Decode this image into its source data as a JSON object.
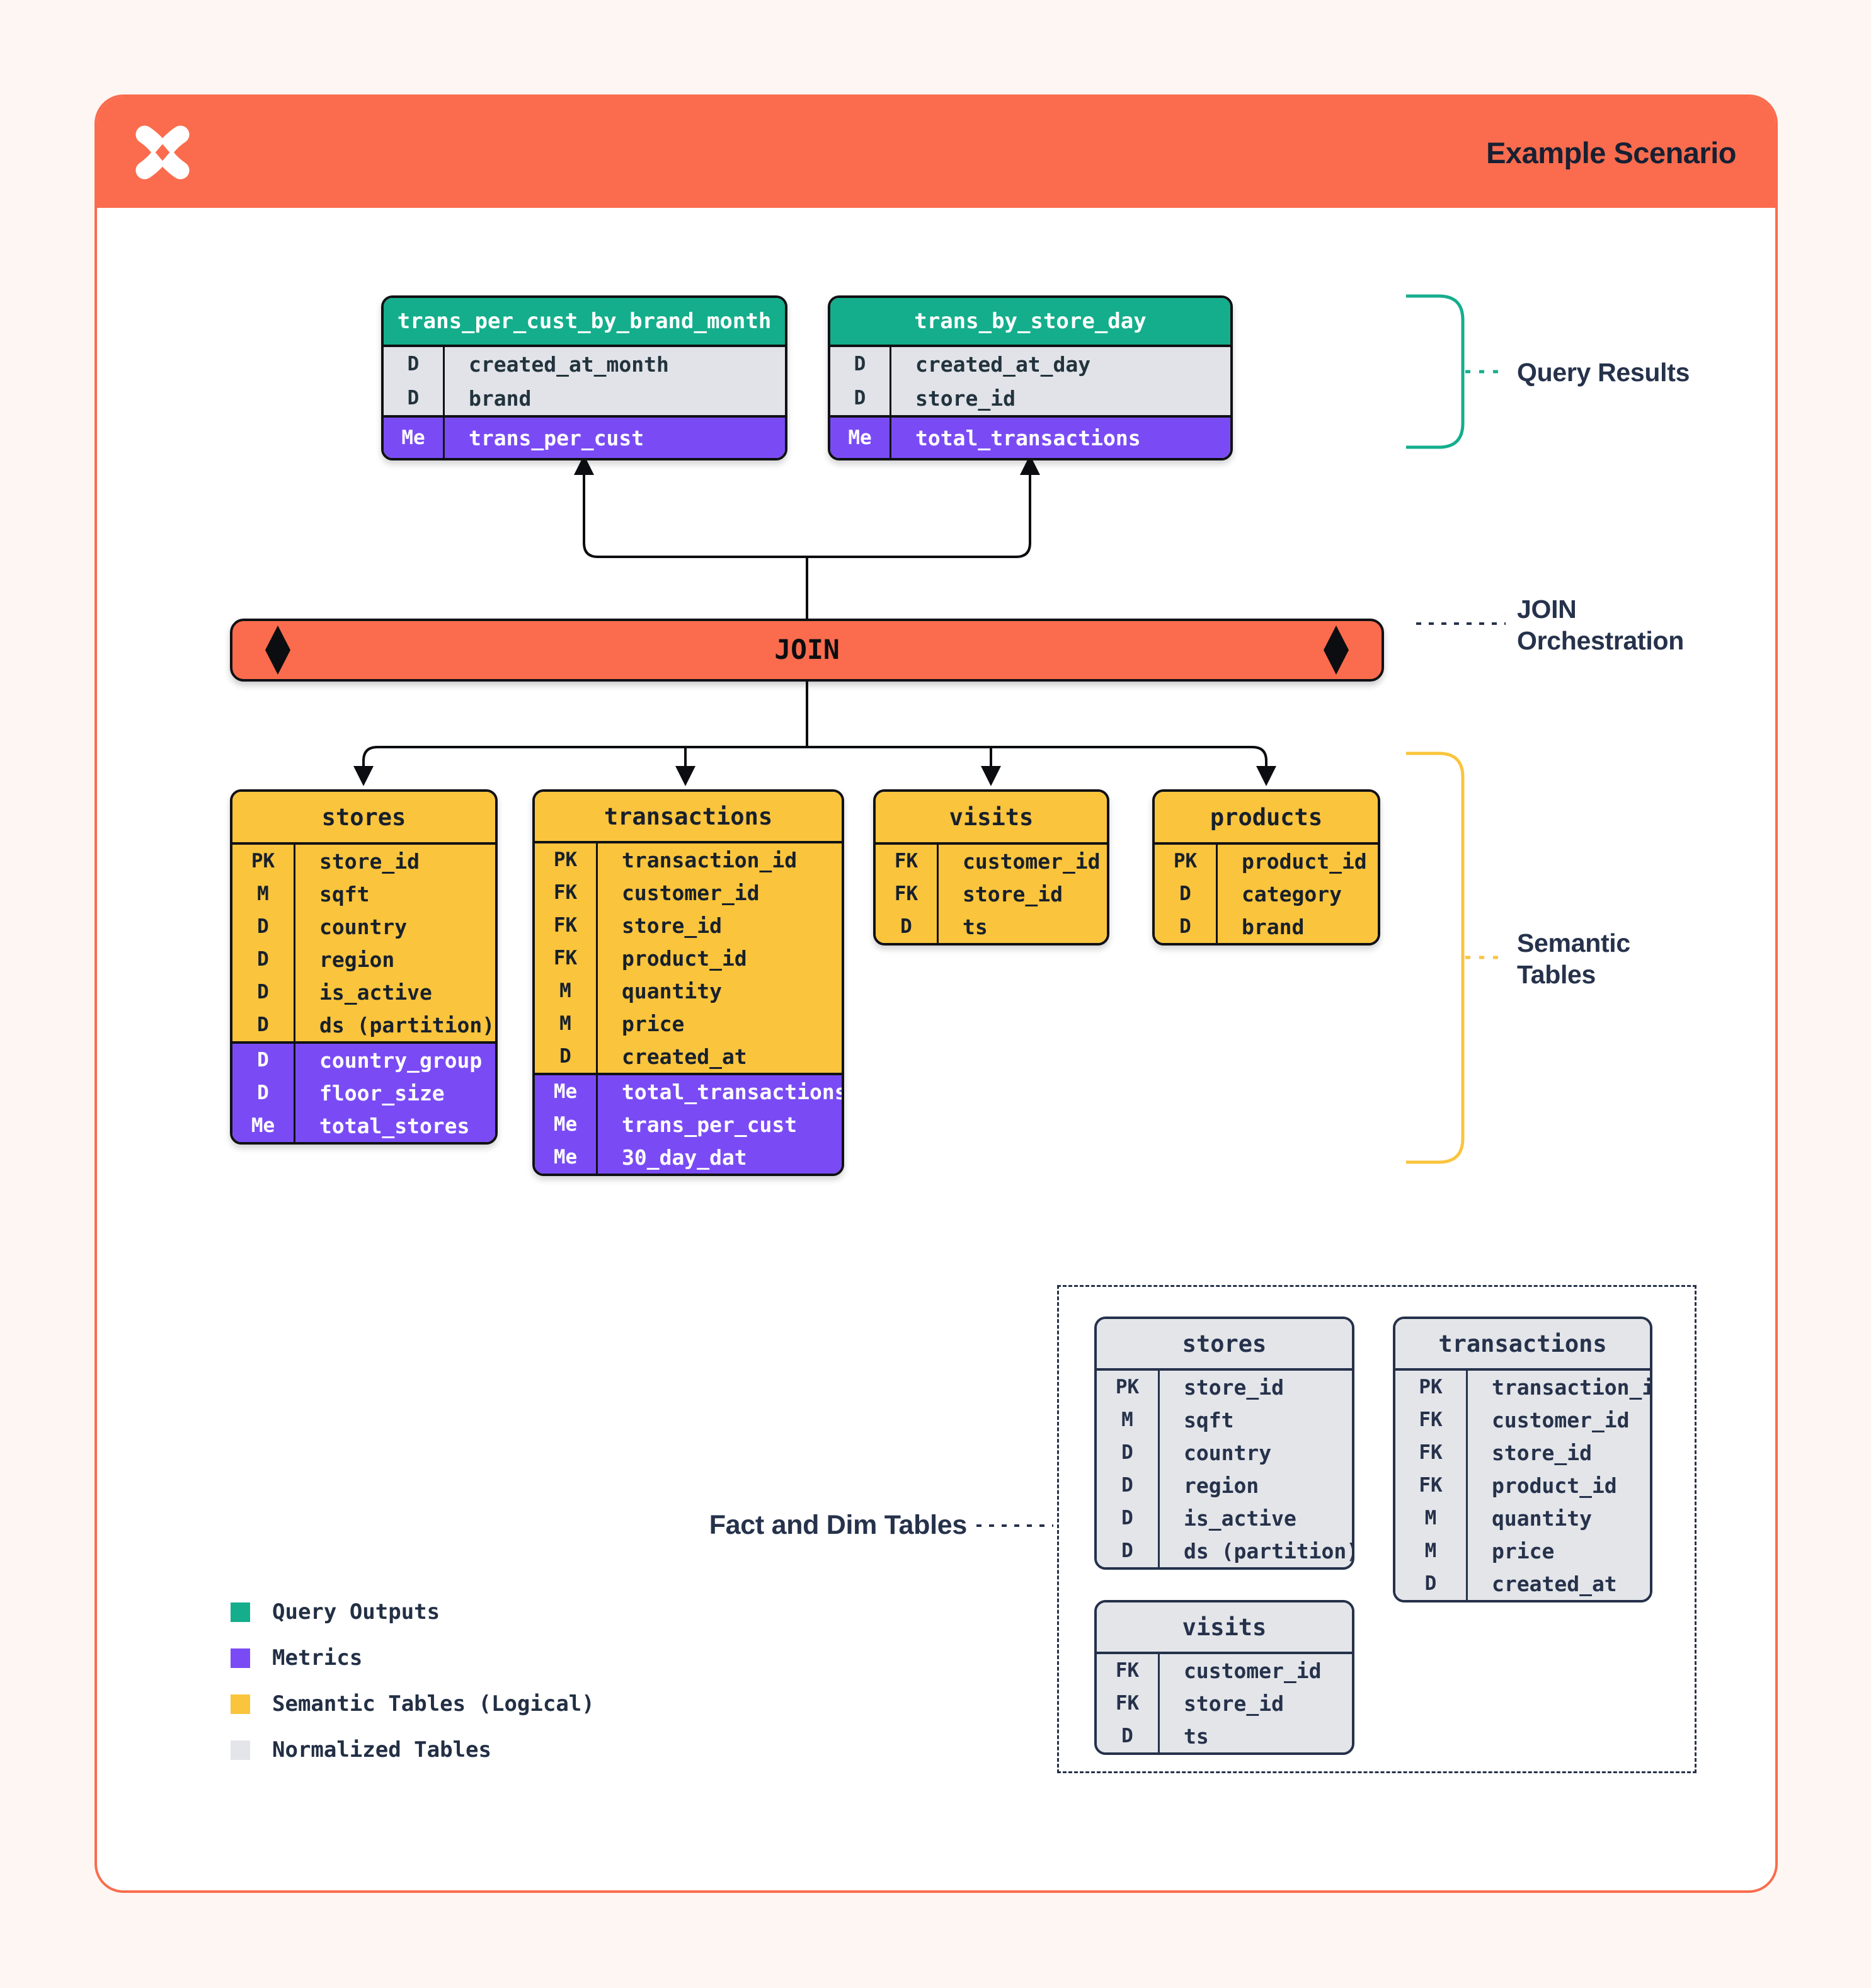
{
  "header": {
    "title": "Example Scenario",
    "logo": "pinwheel-x-logo"
  },
  "join": {
    "label": "JOIN"
  },
  "labels": {
    "query_results": "Query Results",
    "join_orchestration": "JOIN\nOrchestration",
    "semantic_tables": "Semantic\nTables",
    "fact_dim": "Fact and Dim Tables"
  },
  "colors": {
    "orange": "#FA6C4D",
    "green": "#14AE8C",
    "purple": "#7A4BF5",
    "yellow": "#FAC43D",
    "gray": "#E3E5E9",
    "navy": "#26324B"
  },
  "legend": {
    "items": [
      {
        "label": "Query Outputs",
        "swatch": "green"
      },
      {
        "label": "Metrics",
        "swatch": "purple"
      },
      {
        "label": "Semantic Tables (Logical)",
        "swatch": "yellow"
      },
      {
        "label": "Normalized Tables",
        "swatch": "gray"
      }
    ]
  },
  "tables": {
    "query_results": [
      {
        "id": "result_a",
        "title": "trans_per_cust_by_brand_month",
        "rows": [
          {
            "key": "D",
            "name": "created_at_month",
            "section": "dim"
          },
          {
            "key": "D",
            "name": "brand",
            "section": "dim"
          },
          {
            "key": "Me",
            "name": "trans_per_cust",
            "section": "metric"
          }
        ]
      },
      {
        "id": "result_b",
        "title": "trans_by_store_day",
        "rows": [
          {
            "key": "D",
            "name": "created_at_day",
            "section": "dim"
          },
          {
            "key": "D",
            "name": "store_id",
            "section": "dim"
          },
          {
            "key": "Me",
            "name": "total_transactions",
            "section": "metric"
          }
        ]
      }
    ],
    "semantic": [
      {
        "id": "sem_stores",
        "title": "stores",
        "rows": [
          {
            "key": "PK",
            "name": "store_id",
            "section": "dim"
          },
          {
            "key": "M",
            "name": "sqft",
            "section": "dim"
          },
          {
            "key": "D",
            "name": "country",
            "section": "dim"
          },
          {
            "key": "D",
            "name": "region",
            "section": "dim"
          },
          {
            "key": "D",
            "name": "is_active",
            "section": "dim"
          },
          {
            "key": "D",
            "name": "ds (partition)",
            "section": "dim"
          },
          {
            "key": "D",
            "name": "country_group",
            "section": "metric"
          },
          {
            "key": "D",
            "name": "floor_size",
            "section": "metric"
          },
          {
            "key": "Me",
            "name": "total_stores",
            "section": "metric"
          }
        ]
      },
      {
        "id": "sem_transactions",
        "title": "transactions",
        "rows": [
          {
            "key": "PK",
            "name": "transaction_id",
            "section": "dim"
          },
          {
            "key": "FK",
            "name": "customer_id",
            "section": "dim"
          },
          {
            "key": "FK",
            "name": "store_id",
            "section": "dim"
          },
          {
            "key": "FK",
            "name": "product_id",
            "section": "dim"
          },
          {
            "key": "M",
            "name": "quantity",
            "section": "dim"
          },
          {
            "key": "M",
            "name": "price",
            "section": "dim"
          },
          {
            "key": "D",
            "name": "created_at",
            "section": "dim"
          },
          {
            "key": "Me",
            "name": "total_transactions",
            "section": "metric"
          },
          {
            "key": "Me",
            "name": "trans_per_cust",
            "section": "metric"
          },
          {
            "key": "Me",
            "name": "30_day_dat",
            "section": "metric"
          }
        ]
      },
      {
        "id": "sem_visits",
        "title": "visits",
        "rows": [
          {
            "key": "FK",
            "name": "customer_id",
            "section": "dim"
          },
          {
            "key": "FK",
            "name": "store_id",
            "section": "dim"
          },
          {
            "key": "D",
            "name": "ts",
            "section": "dim"
          }
        ]
      },
      {
        "id": "sem_products",
        "title": "products",
        "rows": [
          {
            "key": "PK",
            "name": "product_id",
            "section": "dim"
          },
          {
            "key": "D",
            "name": "category",
            "section": "dim"
          },
          {
            "key": "D",
            "name": "brand",
            "section": "dim"
          }
        ]
      }
    ],
    "normalized": [
      {
        "id": "norm_stores",
        "title": "stores",
        "rows": [
          {
            "key": "PK",
            "name": "store_id",
            "section": "plain"
          },
          {
            "key": "M",
            "name": "sqft",
            "section": "plain"
          },
          {
            "key": "D",
            "name": "country",
            "section": "plain"
          },
          {
            "key": "D",
            "name": "region",
            "section": "plain"
          },
          {
            "key": "D",
            "name": "is_active",
            "section": "plain"
          },
          {
            "key": "D",
            "name": "ds (partition)",
            "section": "plain"
          }
        ]
      },
      {
        "id": "norm_transactions",
        "title": "transactions",
        "rows": [
          {
            "key": "PK",
            "name": "transaction_id",
            "section": "plain"
          },
          {
            "key": "FK",
            "name": "customer_id",
            "section": "plain"
          },
          {
            "key": "FK",
            "name": "store_id",
            "section": "plain"
          },
          {
            "key": "FK",
            "name": "product_id",
            "section": "plain"
          },
          {
            "key": "M",
            "name": "quantity",
            "section": "plain"
          },
          {
            "key": "M",
            "name": "price",
            "section": "plain"
          },
          {
            "key": "D",
            "name": "created_at",
            "section": "plain"
          }
        ]
      },
      {
        "id": "norm_visits",
        "title": "visits",
        "rows": [
          {
            "key": "FK",
            "name": "customer_id",
            "section": "plain"
          },
          {
            "key": "FK",
            "name": "store_id",
            "section": "plain"
          },
          {
            "key": "D",
            "name": "ts",
            "section": "plain"
          }
        ]
      }
    ]
  }
}
